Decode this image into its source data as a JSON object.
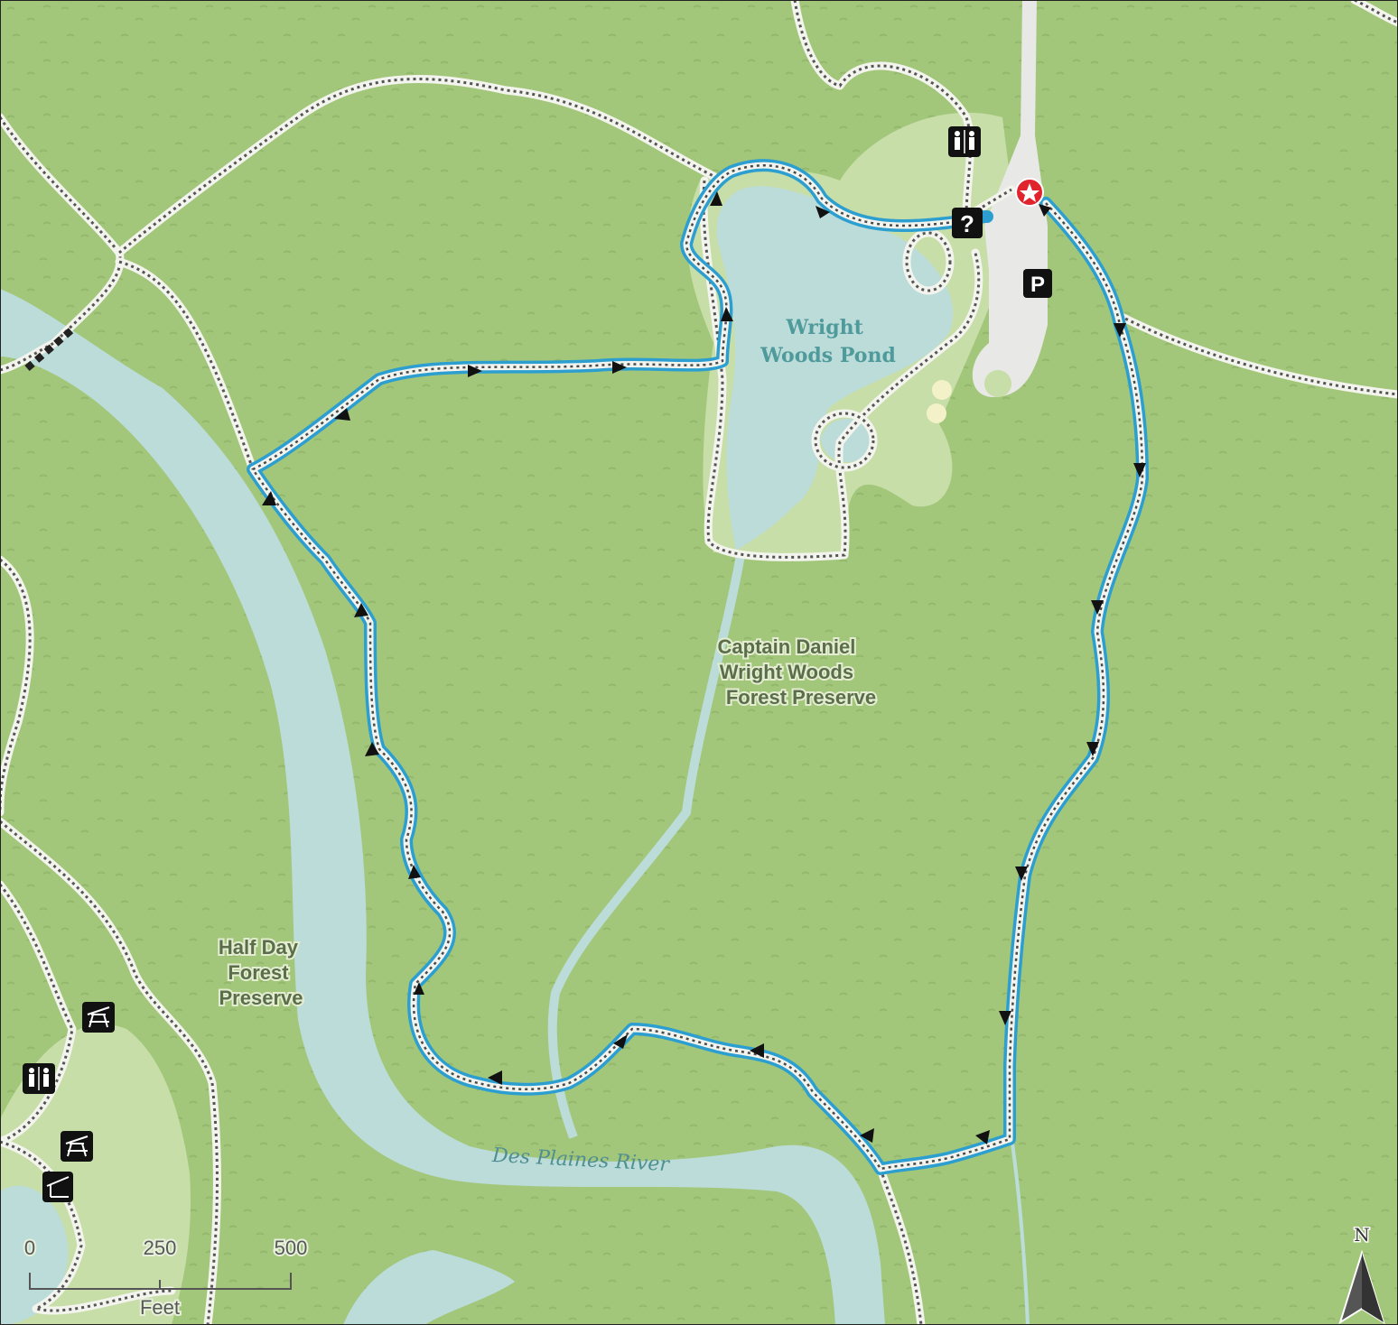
{
  "map": {
    "colors": {
      "forest": "#a3c77a",
      "meadow": "#c7dea8",
      "water": "#bcdcda",
      "route": "#2c9fd0",
      "parking": "#e8e8e6"
    },
    "labels": {
      "preserve_main": [
        "Captain Daniel",
        "Wright Woods",
        "Forest Preserve"
      ],
      "preserve_west": [
        "Half Day",
        "Forest",
        "Preserve"
      ],
      "pond": [
        "Wright",
        "Woods Pond"
      ],
      "river": "Des Plaines River"
    },
    "icons": {
      "start": "start-star-icon",
      "parking": "P",
      "info": "?",
      "restroom": "restroom-icon",
      "picnic": "picnic-area-icon",
      "shelter": "picnic-shelter-icon",
      "north": "N"
    },
    "scale_bar": {
      "ticks": [
        "0",
        "250",
        "500"
      ],
      "unit": "Feet"
    }
  }
}
